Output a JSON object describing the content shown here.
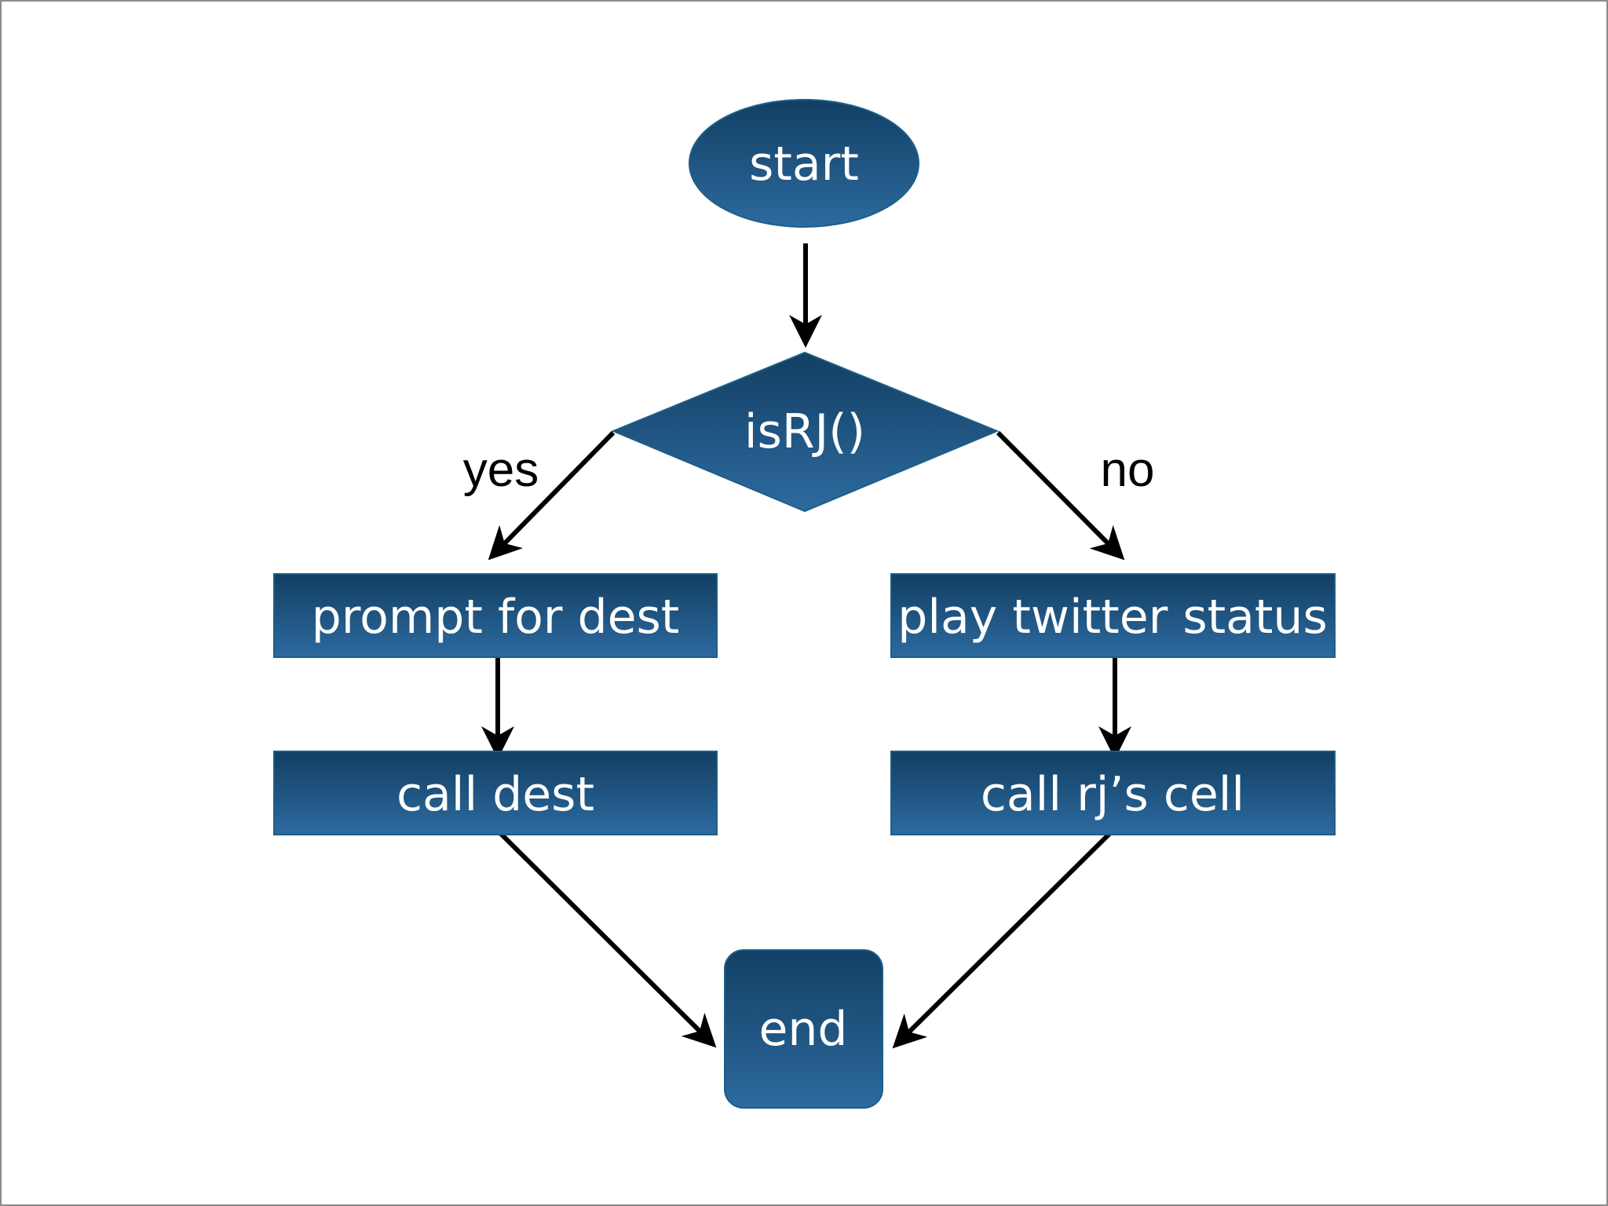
{
  "diagram": {
    "nodes": {
      "start": "start",
      "decision": "isRJ()",
      "prompt": "prompt for dest",
      "play": "play twitter status",
      "call_dest": "call dest",
      "call_cell": "call rj’s cell",
      "end": "end"
    },
    "edges": {
      "yes": "yes",
      "no": "no"
    },
    "colors": {
      "node_top": "#123f63",
      "node_bottom": "#2d6a9f",
      "node_stroke": "#1d5e86",
      "arrow": "#000000",
      "text": "#ffffff"
    }
  }
}
